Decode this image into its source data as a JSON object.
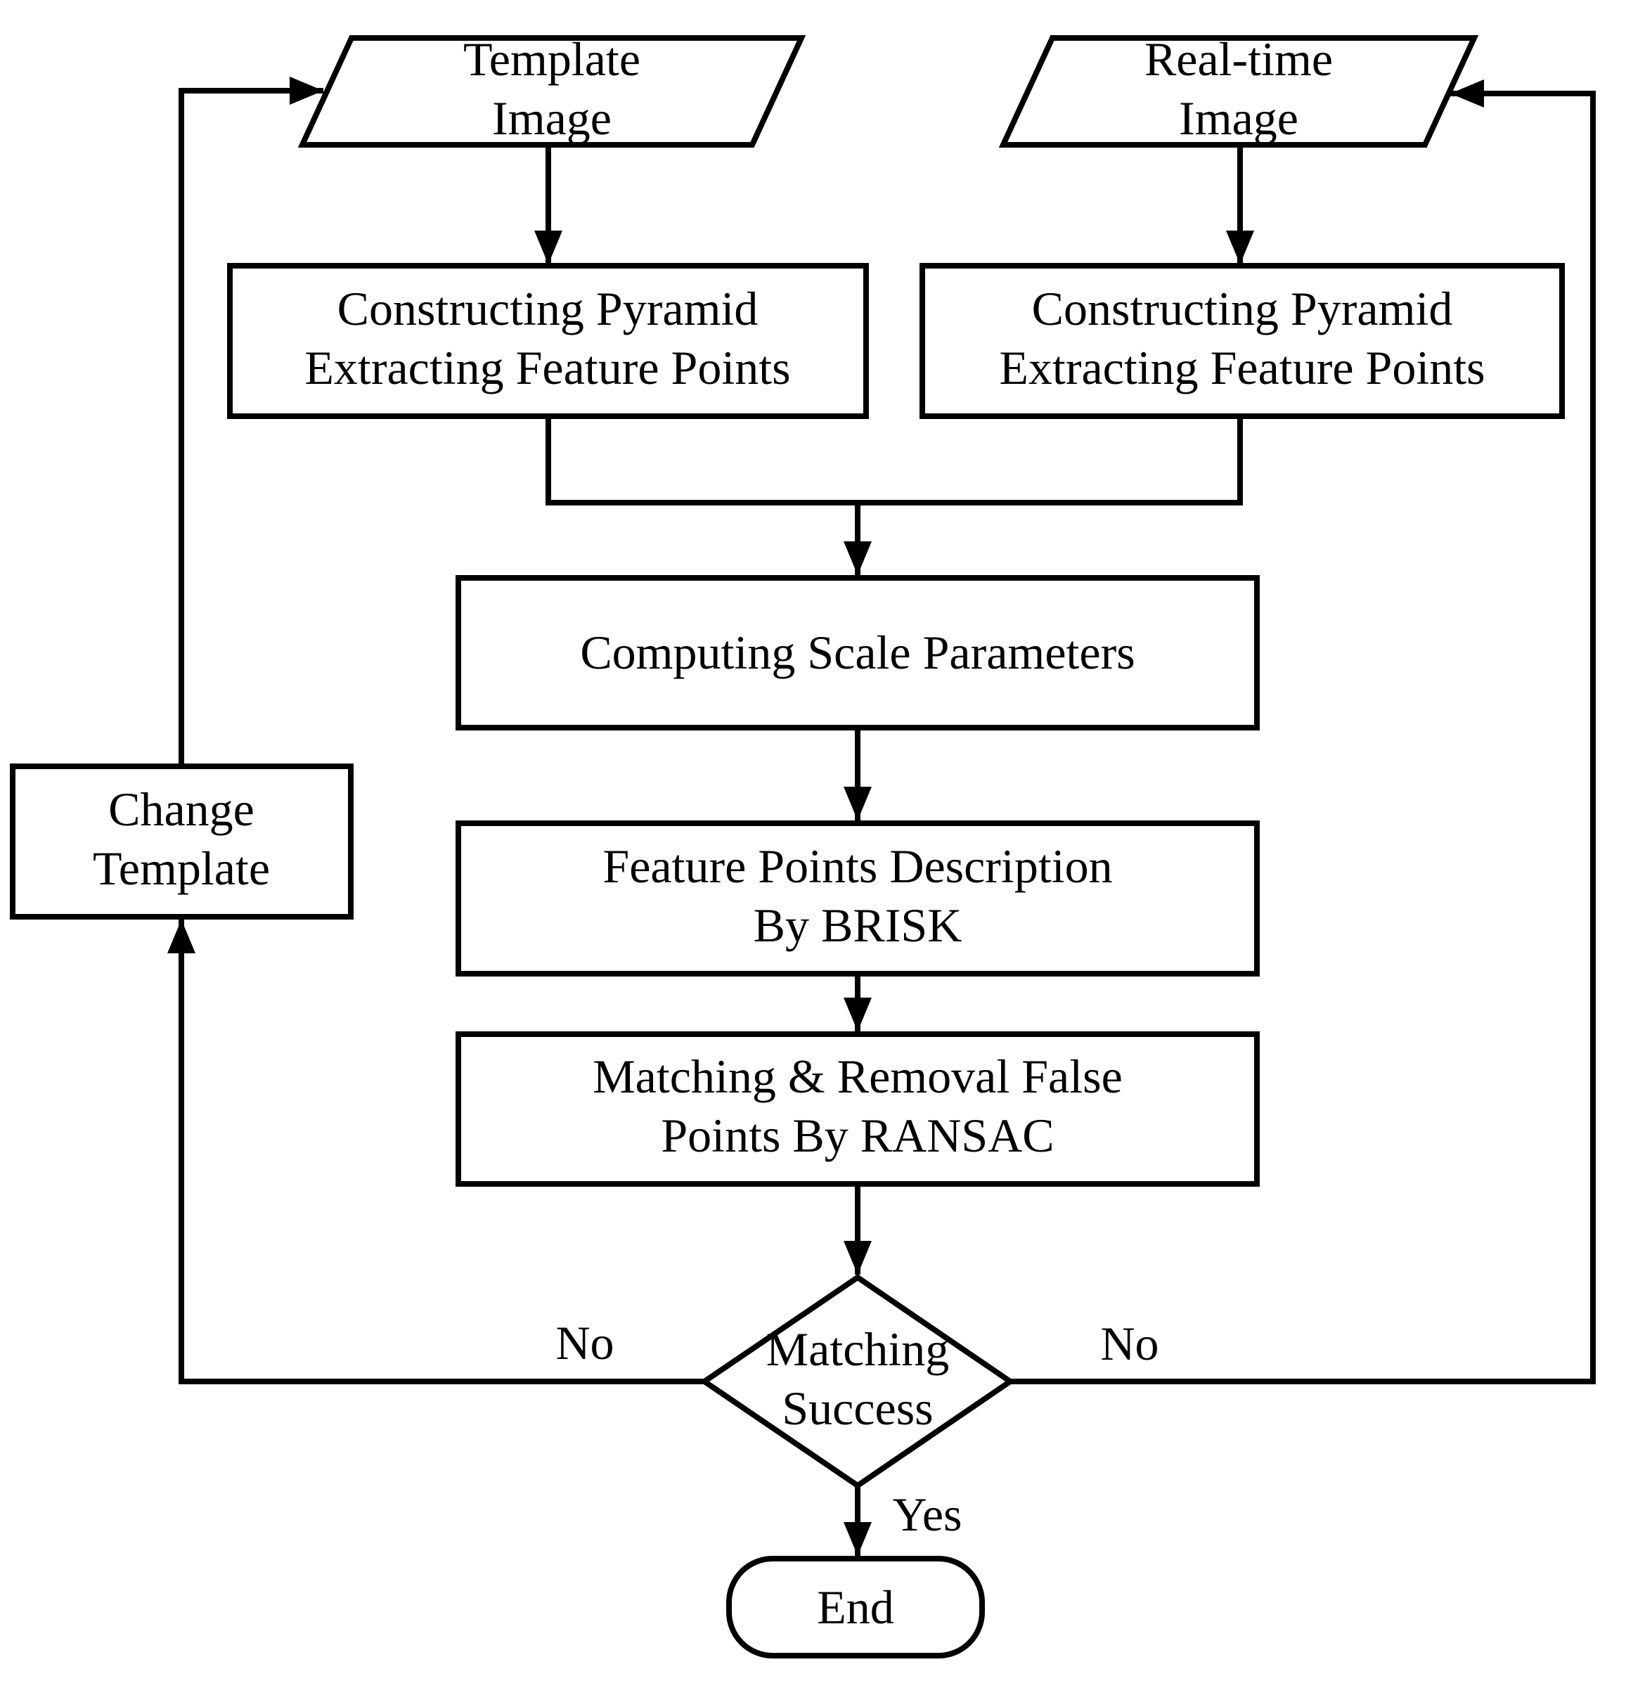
{
  "diagram": {
    "title": "BRISK feature matching flowchart",
    "colors": {
      "stroke": "#000000",
      "background": "#ffffff"
    },
    "nodes": {
      "template_image": {
        "type": "parallelogram",
        "lines": [
          "Template",
          "Image"
        ]
      },
      "realtime_image": {
        "type": "parallelogram",
        "lines": [
          "Real-time",
          "Image"
        ]
      },
      "construct_left": {
        "type": "process",
        "lines": [
          "Constructing Pyramid",
          "Extracting Feature Points"
        ]
      },
      "construct_right": {
        "type": "process",
        "lines": [
          "Constructing Pyramid",
          "Extracting Feature Points"
        ]
      },
      "computing_scale": {
        "type": "process",
        "lines": [
          "Computing Scale Parameters"
        ]
      },
      "brisk_description": {
        "type": "process",
        "lines": [
          "Feature Points Description",
          "By BRISK"
        ]
      },
      "ransac_matching": {
        "type": "process",
        "lines": [
          "Matching & Removal False",
          "Points By RANSAC"
        ]
      },
      "change_template": {
        "type": "process",
        "lines": [
          "Change",
          "Template"
        ]
      },
      "matching_success": {
        "type": "decision",
        "lines": [
          "Matching",
          "Success"
        ]
      },
      "end_node": {
        "type": "terminator",
        "lines": [
          "End"
        ]
      }
    },
    "edge_labels": {
      "no_left": "No",
      "no_right": "No",
      "yes": "Yes"
    }
  }
}
